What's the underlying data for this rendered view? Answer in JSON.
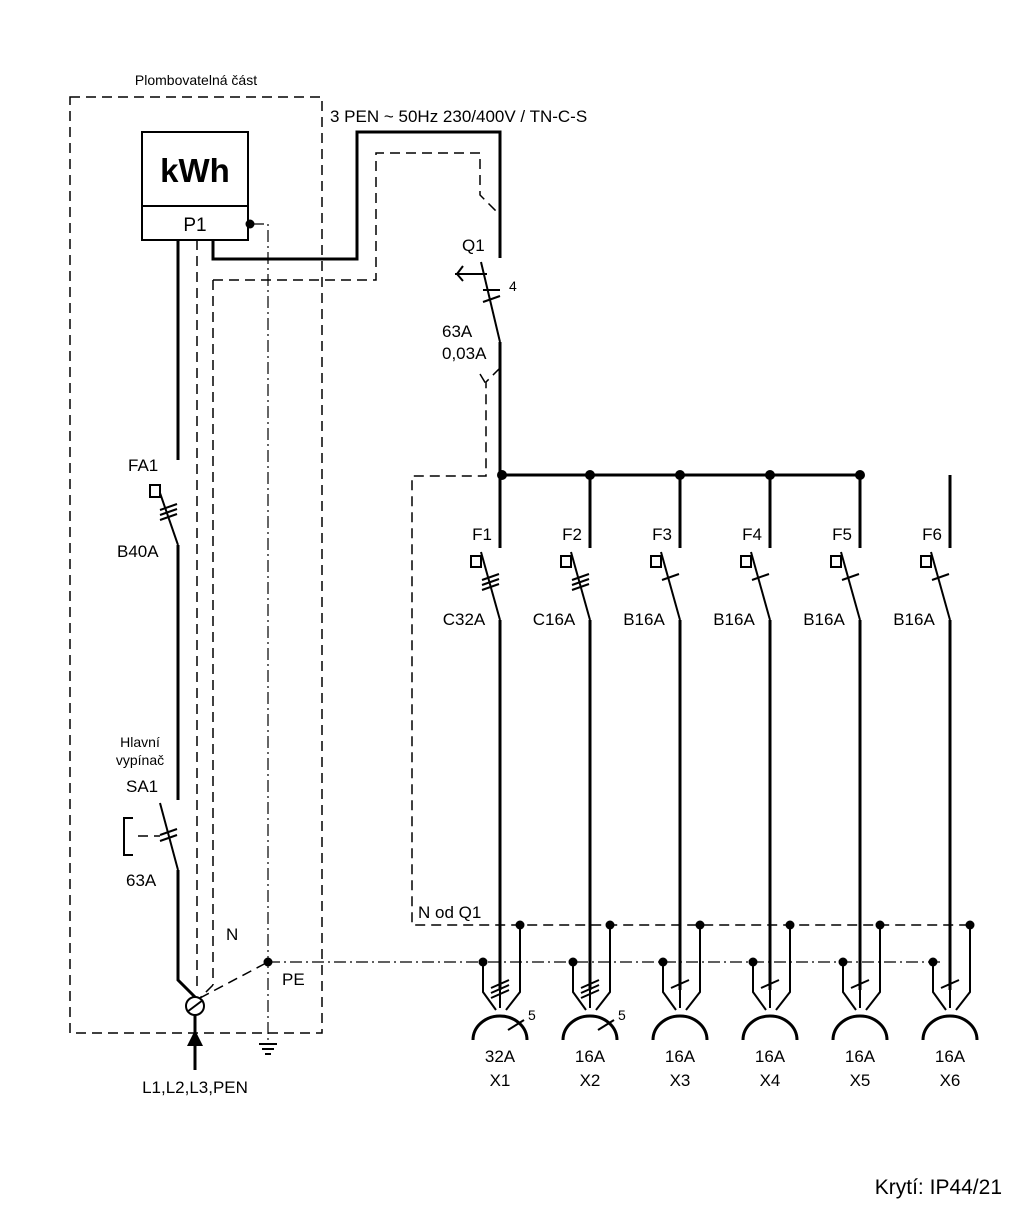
{
  "labels": {
    "sealed_part": "Plombovatelná část",
    "supply": "3 PEN ~ 50Hz  230/400V / TN-C-S",
    "meter_unit": "kWh",
    "meter_name": "P1",
    "rcd_name": "Q1",
    "rcd_poles": "4",
    "rcd_rating": "63A",
    "rcd_sensitivity": "0,03A",
    "fa1_name": "FA1",
    "fa1_rating": "B40A",
    "main_switch_line1": "Hlavní",
    "main_switch_line2": "vypínač",
    "sa1_name": "SA1",
    "sa1_rating": "63A",
    "n_label": "N",
    "pe_label": "PE",
    "n_from_q1": "N od Q1",
    "input": "L1,L2,L3,PEN",
    "protection": "Krytí: IP44/21"
  },
  "breakers": [
    {
      "name": "F1",
      "rating": "C32A"
    },
    {
      "name": "F2",
      "rating": "C16A"
    },
    {
      "name": "F3",
      "rating": "B16A"
    },
    {
      "name": "F4",
      "rating": "B16A"
    },
    {
      "name": "F5",
      "rating": "B16A"
    },
    {
      "name": "F6",
      "rating": "B16A"
    }
  ],
  "sockets": [
    {
      "name": "X1",
      "rating": "32A",
      "poles": "5"
    },
    {
      "name": "X2",
      "rating": "16A",
      "poles": "5"
    },
    {
      "name": "X3",
      "rating": "16A"
    },
    {
      "name": "X4",
      "rating": "16A"
    },
    {
      "name": "X5",
      "rating": "16A"
    },
    {
      "name": "X6",
      "rating": "16A"
    }
  ]
}
